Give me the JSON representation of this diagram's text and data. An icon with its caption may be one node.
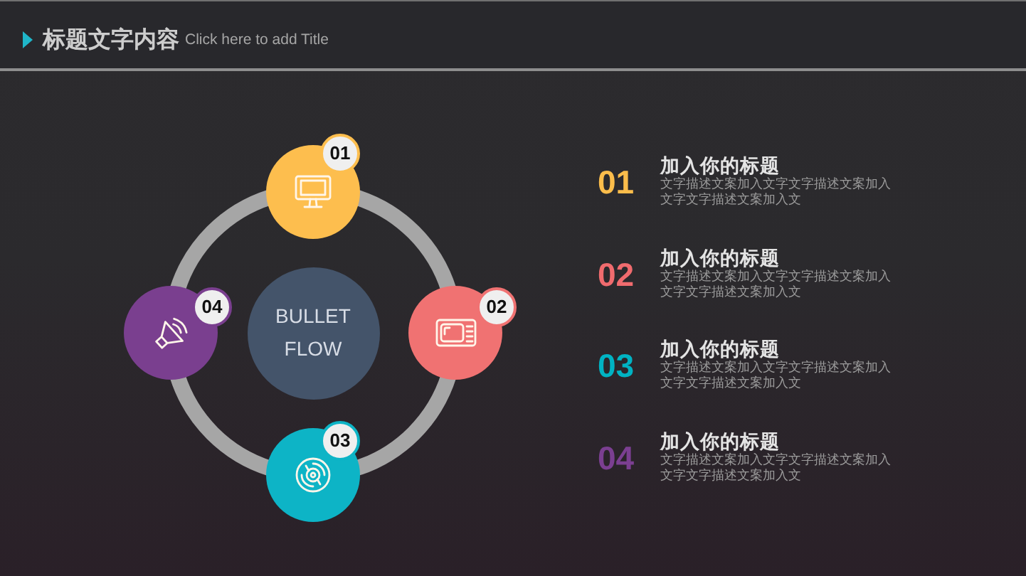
{
  "diagram": {
    "title": "标题文字内容",
    "nodes": [
      {
        "text": [
          "BULLET FLOW"
        ]
      },
      {
        "text": [],
        "shape": "circle"
      },
      {
        "text": [],
        "shape": "circle"
      },
      {
        "text": [],
        "shape": "circle"
      },
      {
        "text": [],
        "shape": "circle"
      },
      {
        "text": [
          "01"
        ]
      },
      {
        "text": [
          "02"
        ]
      },
      {
        "text": [
          "03"
        ]
      },
      {
        "text": [
          "04"
        ]
      }
    ],
    "edges": [
      {
        "from": 1,
        "to": 2,
        "arrow": "none"
      },
      {
        "from": 2,
        "to": 3,
        "arrow": "none"
      },
      {
        "from": 3,
        "to": 4,
        "arrow": "none"
      },
      {
        "from": 4,
        "to": 1,
        "arrow": "none"
      }
    ],
    "labels": [
      "Click here to add Title",
      "01",
      "加入你的标题",
      "文字描述文案加入文字文字描述文案加入文字文字描述文案加入文",
      "02",
      "加入你的标题",
      "文字描述文案加入文字文字描述文案加入文字文字描述文案加入文",
      "03",
      "加入你的标题",
      "文字描述文案加入文字文字描述文案加入文字文字描述文案加入文",
      "04",
      "加入你的标题",
      "文字描述文案加入文字文字描述文案加入文字文字描述文案加入文"
    ]
  }
}
